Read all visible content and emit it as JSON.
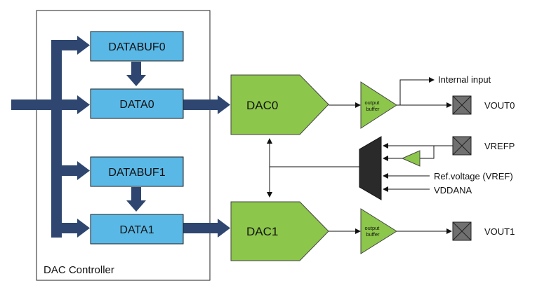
{
  "controller": {
    "label": "DAC Controller"
  },
  "blocks": {
    "databuf0": "DATABUF0",
    "data0": "DATA0",
    "databuf1": "DATABUF1",
    "data1": "DATA1"
  },
  "dacs": {
    "dac0": "DAC0",
    "dac1": "DAC1"
  },
  "buffers": {
    "buffer0": "output buffer",
    "buffer1": "output buffer"
  },
  "signals": {
    "internal_input": "Internal input",
    "vout0": "VOUT0",
    "vout1": "VOUT1",
    "vrefp": "VREFP",
    "vref": "Ref.voltage (VREF)",
    "vddana": "VDDANA"
  },
  "colors": {
    "bus": "#2e4670",
    "register_fill": "#5ab8e6",
    "dac_fill": "#8cc64a",
    "pin_fill": "#707070",
    "mux_fill": "#2a2a2a"
  }
}
